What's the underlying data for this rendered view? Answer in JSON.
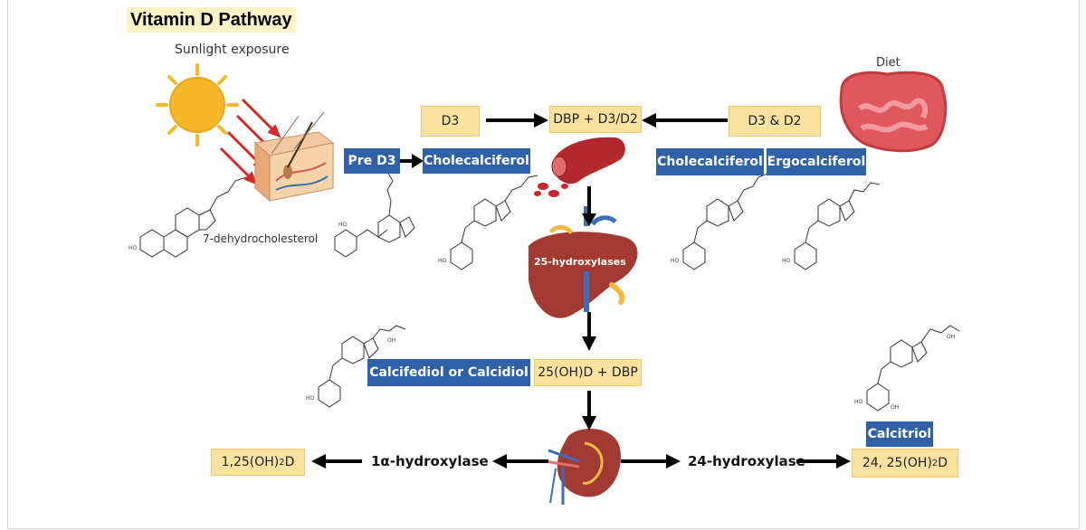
{
  "title": "Vitamin D Pathway",
  "sunlight_label": "Sunlight exposure",
  "diet_label": "Diet",
  "dehydro_label": "7-dehydrocholesterol",
  "boxes": {
    "d3": "D3",
    "dbp_d3d2": "DBP + D3/D2",
    "d3_d2": "D3 & D2",
    "pre_d3": "Pre D3",
    "cholecalciferol_left": "Cholecalciferol",
    "cholecalciferol_right": "Cholecalciferol",
    "ergocalciferol": "Ergocalciferol",
    "calcifediol": "Calcifediol or Calcidiol",
    "oh_dbp": "25(OH)D + DBP",
    "calcitriol": "Calcitriol",
    "one25_prefix": "1,25(OH)",
    "one25_sub": "2",
    "one25_suffix": "D",
    "two425_prefix": "24, 25(OH)",
    "two425_sub": "2",
    "two425_suffix": "D"
  },
  "enzymes": {
    "liver": "25-hydroxylases",
    "one_alpha": "1α-hydroxylase",
    "twenty_four": "24-hydroxylase"
  },
  "colors": {
    "yellow_box": "#fbe29f",
    "blue_box": "#2f61a8",
    "title_highlight": "#fdf2c4",
    "liver": "#a23a33",
    "blood": "#b3282d",
    "sun": "#f7b928"
  }
}
